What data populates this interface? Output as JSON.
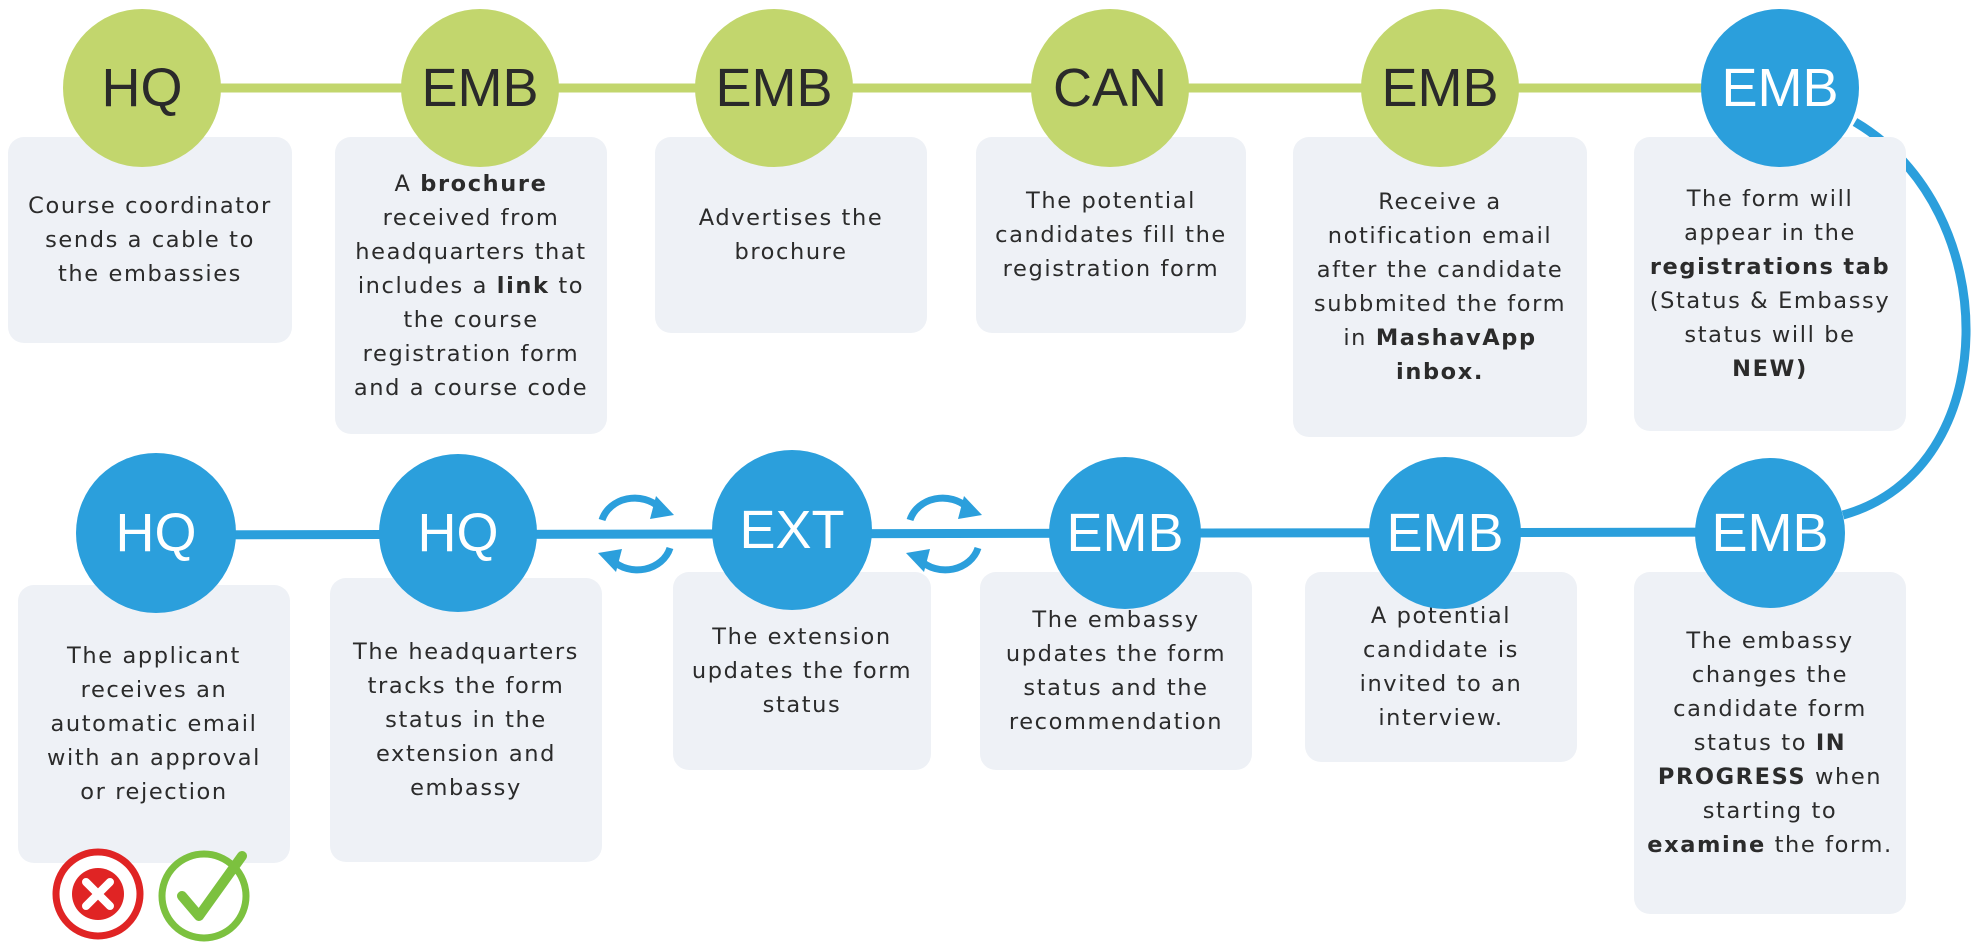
{
  "colors": {
    "green": "#c2d66d",
    "blue": "#2b9fdc",
    "card": "#eef1f6",
    "reject": "#e02424",
    "approve": "#7cc13f"
  },
  "steps": [
    {
      "code": "HQ",
      "color": "green",
      "text": "Course coordinator sends a cable to the embassies",
      "bold": []
    },
    {
      "code": "EMB",
      "color": "green",
      "text": "A brochure received from headquarters that includes a link to the course registration form and a course code",
      "bold": [
        "brochure",
        "link",
        "course code"
      ]
    },
    {
      "code": "EMB",
      "color": "green",
      "text": "Advertises the brochure",
      "bold": []
    },
    {
      "code": "CAN",
      "color": "green",
      "text": "The potential candidates fill the registration form",
      "bold": []
    },
    {
      "code": "EMB",
      "color": "green",
      "text": "Receive a notification email after the candidate subbmited the form in MashavApp inbox.",
      "bold": [
        "MashavApp",
        "inbox."
      ]
    },
    {
      "code": "EMB",
      "color": "blue",
      "text": "The form will appear in the registrations tab (Status & Embassy status will be NEW)",
      "bold": [
        "registrations",
        "tab",
        "NEW)"
      ]
    },
    {
      "code": "EMB",
      "color": "blue",
      "text": "The embassy changes the candidate  form status to IN PROGRESS when starting to examine the form.",
      "bold": [
        "IN",
        "PROGRESS",
        "examine"
      ]
    },
    {
      "code": "EMB",
      "color": "blue",
      "text": "A potential candidate is invited to an interview.",
      "bold": []
    },
    {
      "code": "EMB",
      "color": "blue",
      "text": "The embassy updates the form status and the recommendation",
      "bold": []
    },
    {
      "code": "EXT",
      "color": "blue",
      "text": "The extension updates the form status",
      "bold": []
    },
    {
      "code": "HQ",
      "color": "blue",
      "text": "The headquarters tracks the form status in the extension and embassy",
      "bold": []
    },
    {
      "code": "HQ",
      "color": "blue",
      "text": "The applicant receives an automatic email with an approval or rejection",
      "bold": []
    }
  ],
  "icons": {
    "reject": "x-circle-icon",
    "approve": "check-circle-icon",
    "cycle": "cycle-arrows-icon"
  }
}
